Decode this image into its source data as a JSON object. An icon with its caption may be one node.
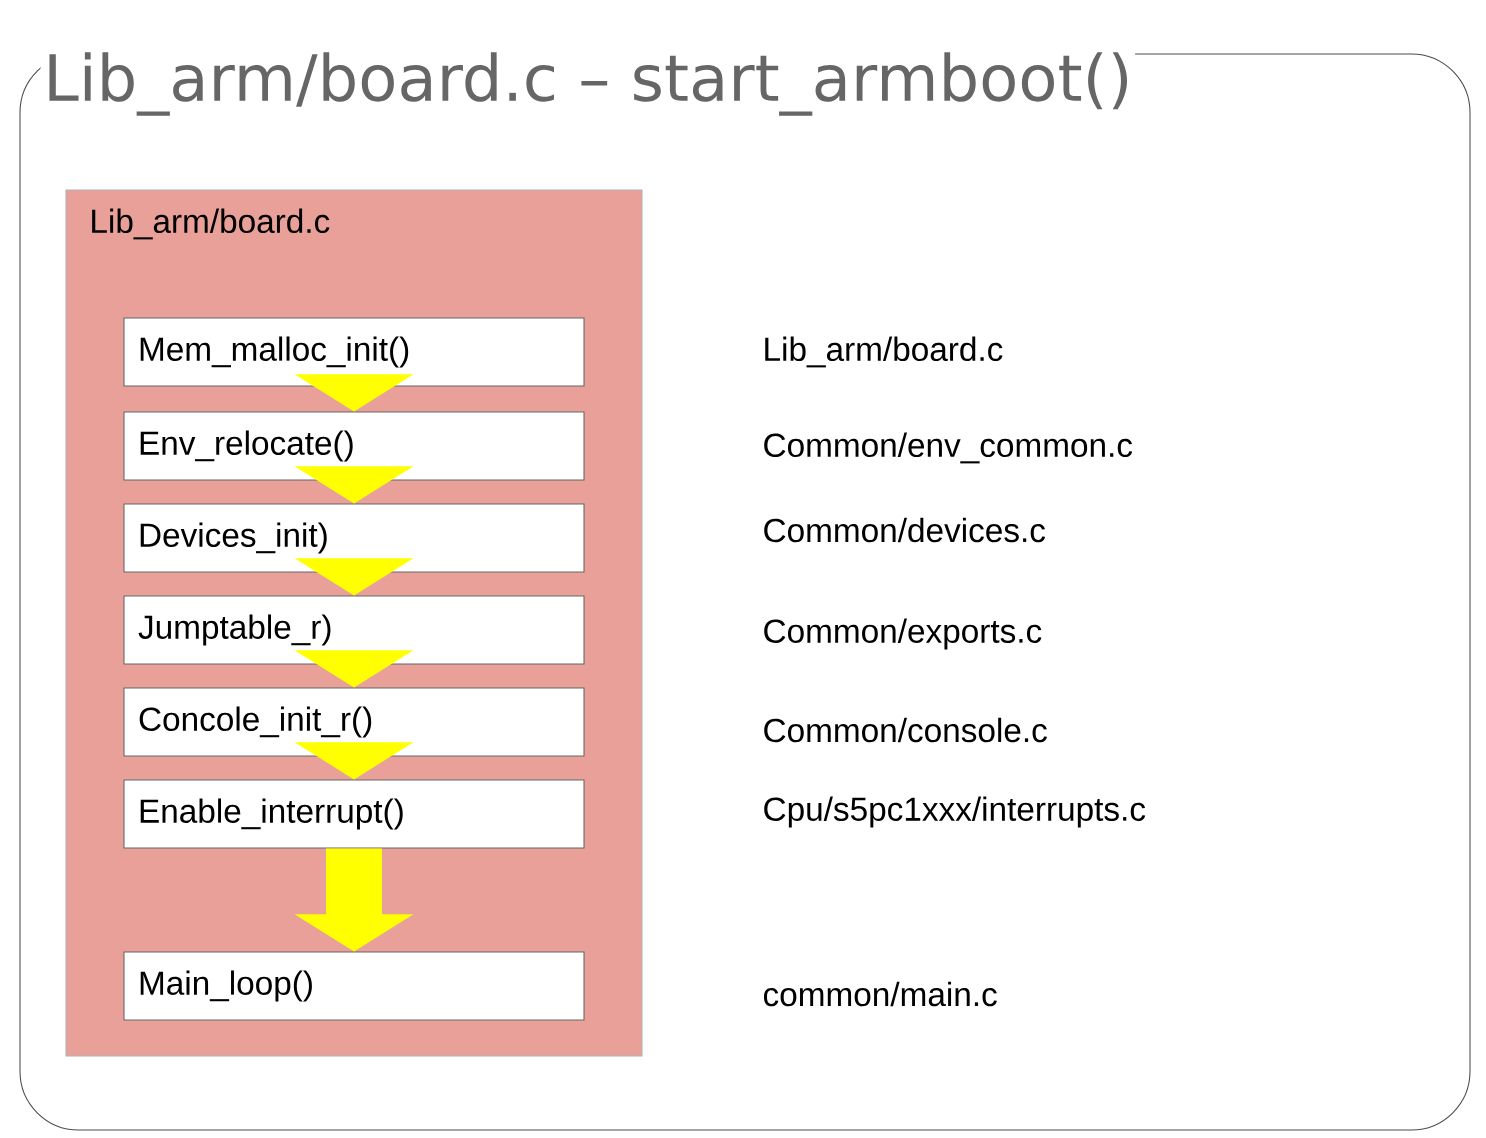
{
  "diagram": {
    "title": "Lib_arm/board.c – start_armboot()",
    "nodes": [
      {
        "text": [
          "Lib_arm/board.c"
        ]
      },
      {
        "text": [
          "Mem_malloc_init()"
        ],
        "in": 0
      },
      {
        "text": [
          "Env_relocate()"
        ],
        "in": 0
      },
      {
        "text": [
          "Devices_init)"
        ],
        "in": 0
      },
      {
        "text": [
          "Jumptable_r)"
        ],
        "in": 0
      },
      {
        "text": [
          "Concole_init_r()"
        ],
        "in": 0
      },
      {
        "text": [
          "Enable_interrupt()"
        ],
        "in": 0
      },
      {
        "text": [
          "Main_loop()"
        ],
        "in": 0
      }
    ],
    "edges": [
      {
        "from": 1,
        "to": 2,
        "arrow": "to"
      },
      {
        "from": 2,
        "to": 3,
        "arrow": "to"
      },
      {
        "from": 3,
        "to": 4,
        "arrow": "to"
      },
      {
        "from": 4,
        "to": 5,
        "arrow": "to"
      },
      {
        "from": 5,
        "to": 6,
        "arrow": "to"
      },
      {
        "from": 6,
        "to": 7,
        "arrow": "to"
      }
    ],
    "labels": [
      "Lib_arm/board.c",
      "Common/env_common.c",
      "Common/devices.c",
      "Common/exports.c",
      "Common/console.c",
      "Cpu/s5pc1xxx/interrupts.c",
      "common/main.c"
    ]
  }
}
